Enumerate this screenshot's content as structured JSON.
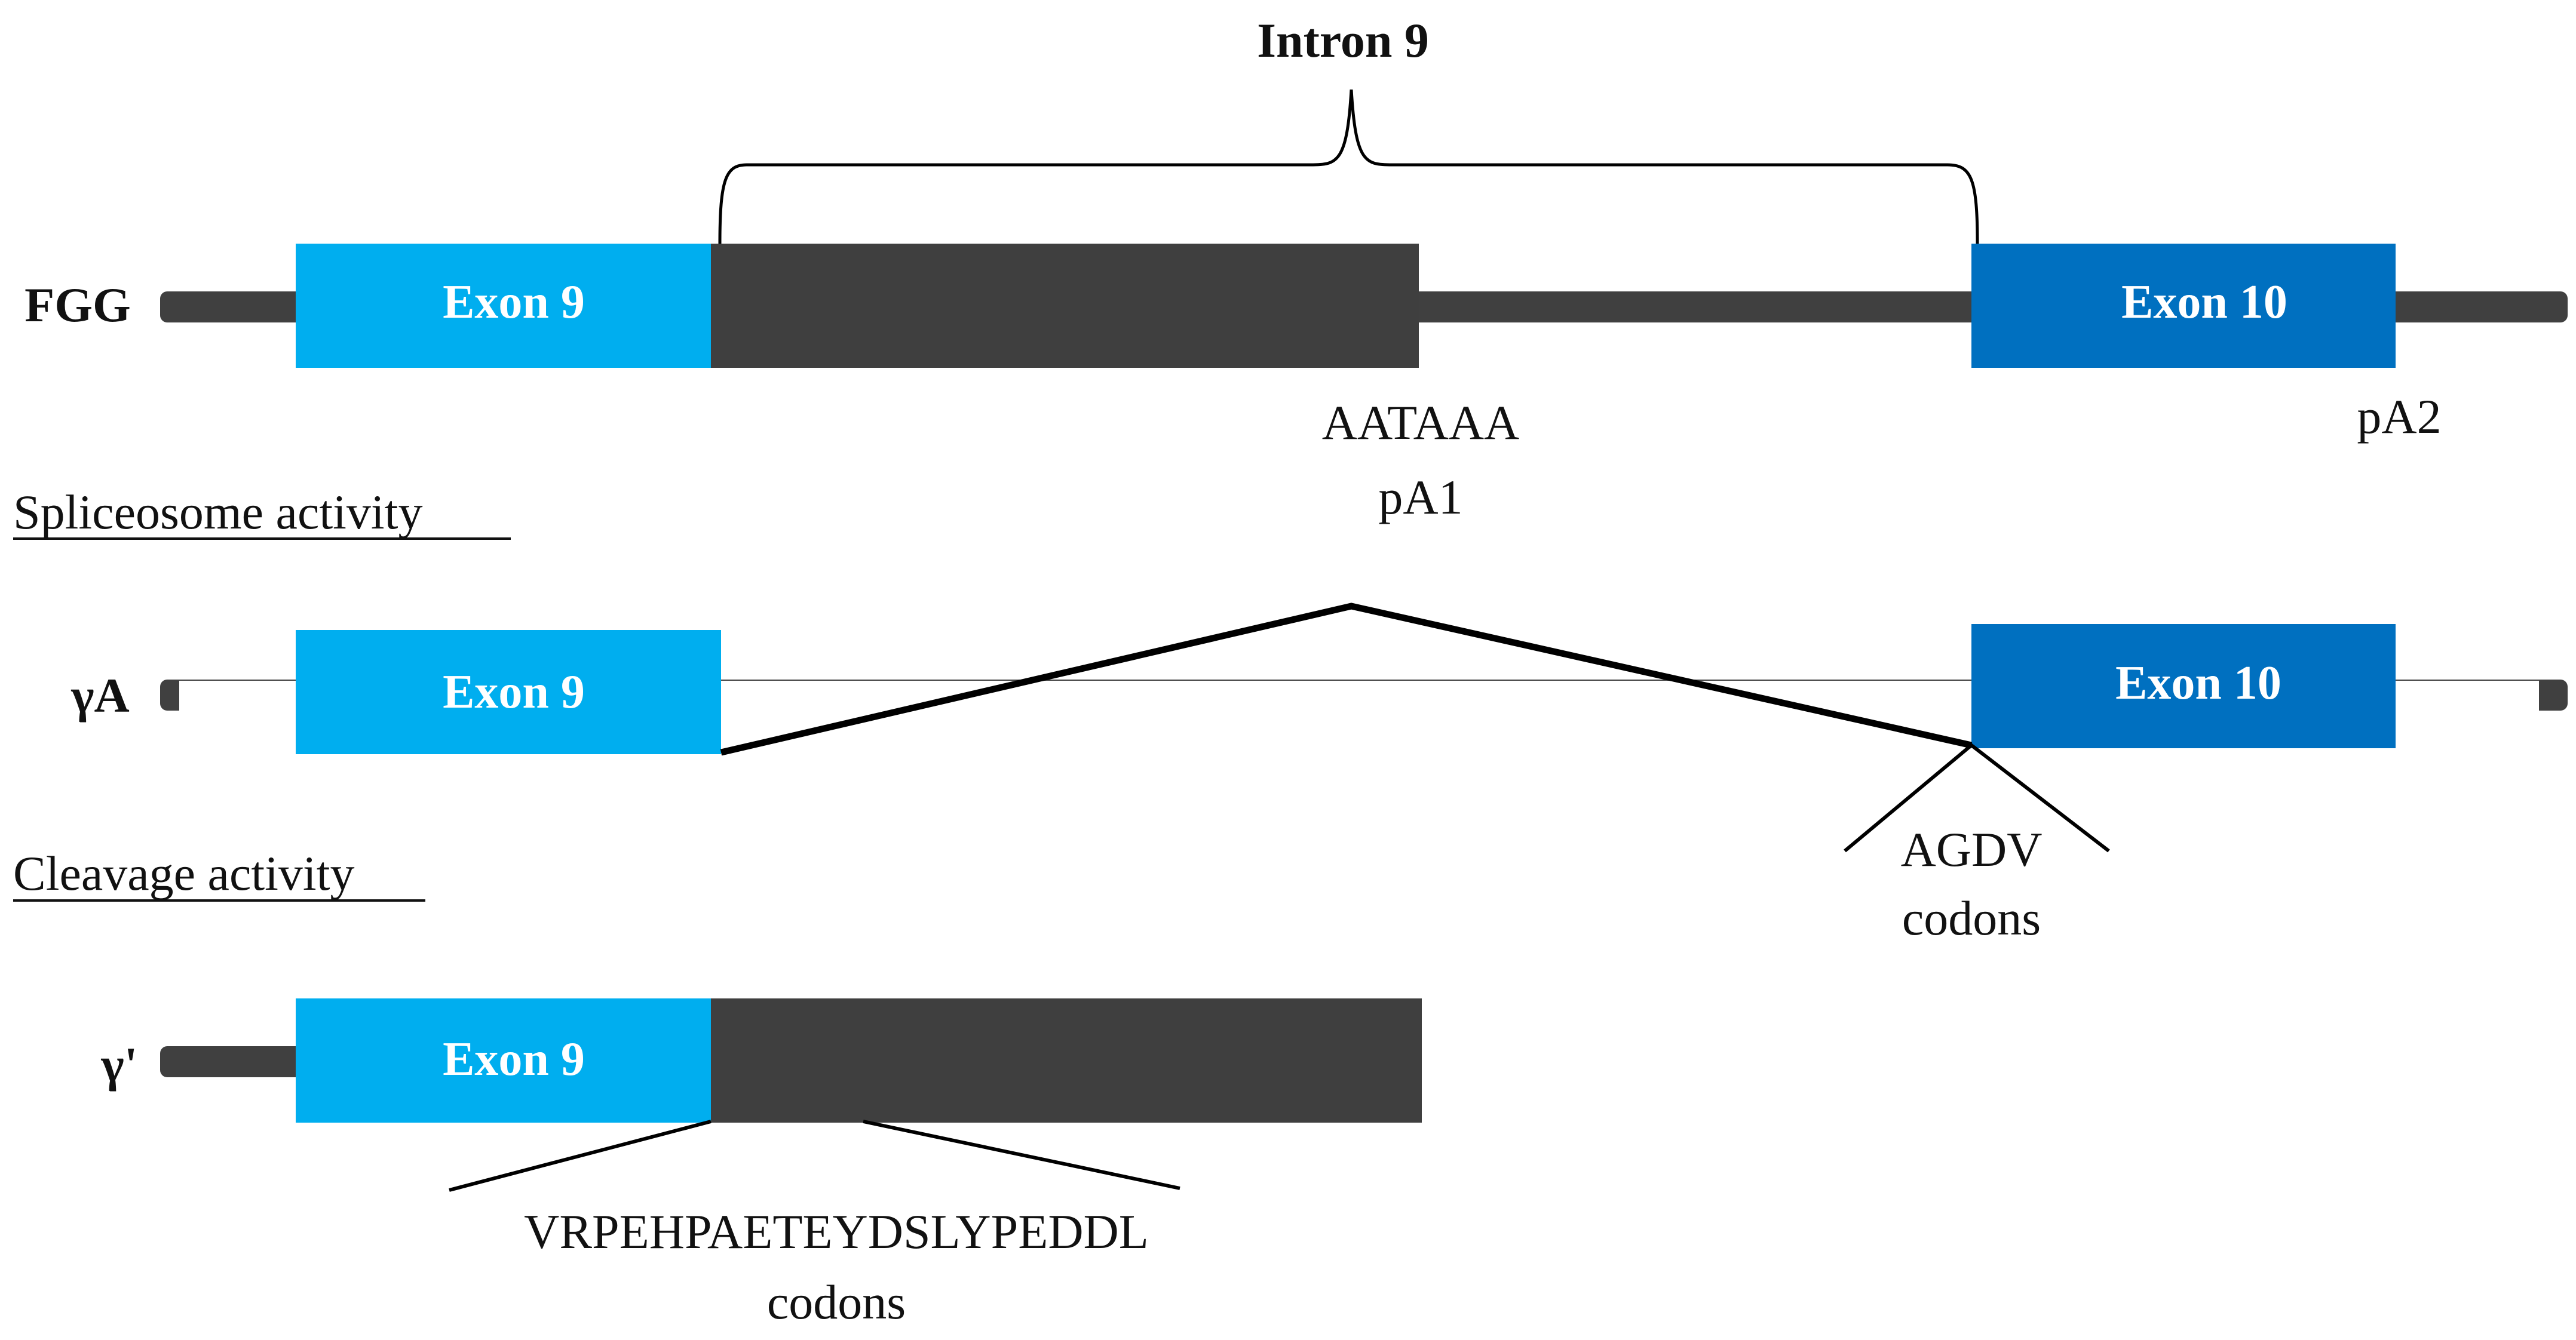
{
  "intron_label": "Intron 9",
  "rows": {
    "fgg": {
      "label": "FGG",
      "exon9": "Exon 9",
      "exon10": "Exon 10"
    },
    "gammaA": {
      "label": "γA",
      "exon9": "Exon 9",
      "exon10": "Exon 10"
    },
    "gammaPrime": {
      "label": "γ'",
      "exon9": "Exon 9"
    }
  },
  "signals": {
    "aataaa": "AATAAA",
    "pa1": "pA1",
    "pa2": "pA2"
  },
  "sections": {
    "spliceosome": "Spliceosome activity",
    "cleavage": "Cleavage activity"
  },
  "codons": {
    "agdv": "AGDV",
    "agdv_caption": "codons",
    "vrpe": "VRPEHPAETEYDSLYPEDDL",
    "vrpe_caption": "codons"
  },
  "colors": {
    "exon9": "#00AEEF",
    "exon10": "#0070C0",
    "intron": "#3F3F3F",
    "backbone": "#404040",
    "line": "#000000"
  }
}
